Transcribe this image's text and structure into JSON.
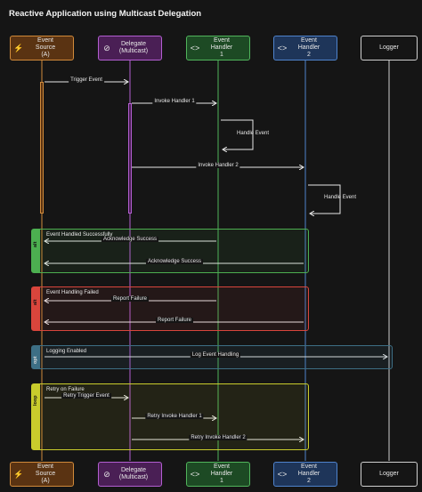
{
  "title": "Reactive Application using Multicast Delegation",
  "actors": [
    {
      "id": "src",
      "label_line1": "Event Source",
      "label_line2": "(A)",
      "icon": "bolt-icon",
      "color": "#d18a3a"
    },
    {
      "id": "del",
      "label_line1": "Delegate",
      "label_line2": "(Multicast)",
      "icon": "link-icon",
      "color": "#b35ed1"
    },
    {
      "id": "h1",
      "label_line1": "Event Handler",
      "label_line2": "1",
      "icon": "code-icon",
      "color": "#51b55c"
    },
    {
      "id": "h2",
      "label_line1": "Event Handler",
      "label_line2": "2",
      "icon": "code-icon",
      "color": "#4f83cc"
    },
    {
      "id": "log",
      "label_line1": "Logger",
      "label_line2": "",
      "icon": "",
      "color": "#cfcfcf"
    }
  ],
  "messages": {
    "trigger_event": "Trigger Event",
    "invoke_h1": "Invoke Handler 1",
    "handle_event_1": "Handle Event",
    "invoke_h2": "Invoke Handler 2",
    "handle_event_2": "Handle Event",
    "ack_success_1": "Acknowledge Success",
    "ack_success_2": "Acknowledge Success",
    "report_failure_1": "Report Failure",
    "report_failure_2": "Report Failure",
    "log_event": "Log Event Handling",
    "retry_trigger": "Retry Trigger Event",
    "retry_invoke_1": "Retry Invoke Handler 1",
    "retry_invoke_2": "Retry Invoke Handler 2"
  },
  "frames": {
    "success": {
      "keyword": "alt",
      "condition": "Event Handled Successfully",
      "color": "#4caf50"
    },
    "failure": {
      "keyword": "alt",
      "condition": "Event Handling Failed",
      "color": "#d9453c"
    },
    "logging": {
      "keyword": "opt",
      "condition": "Logging Enabled",
      "color": "#3d6f85"
    },
    "retry": {
      "keyword": "loop",
      "condition": "Retry on Failure",
      "color": "#c9cc2c"
    }
  }
}
